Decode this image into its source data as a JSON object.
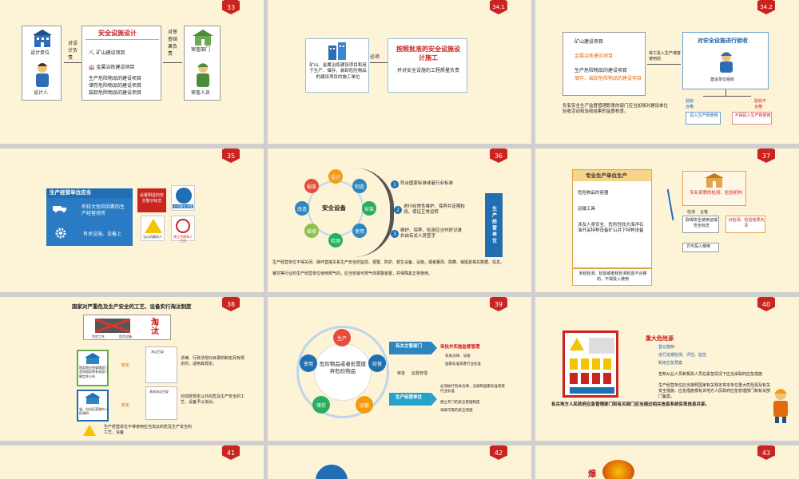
{
  "slides": {
    "s33": {
      "badge": "33",
      "design_unit": "设计单位",
      "designer": "设计人",
      "left_arrow": "对设计负责",
      "title": "安全设施设计",
      "items": [
        "矿山建设项目",
        "金属冶炼建设项目",
        "生产危险物品的建设项目",
        "储存危险物品的建设项目",
        "装卸危险物品的建设项目"
      ],
      "right_arrow": "对审查结果负责",
      "review_dept": "审查部门",
      "reviewer": "审查人员"
    },
    "s341": {
      "badge": "34.1",
      "left_box": "矿山、金属冶炼建设项目和用于生产、储存、装卸危险物品的建设项目的施工单位",
      "must": "必须",
      "right_title": "按照批准的安全设施设计施工",
      "right_sub": "并对安全设施的工程质量负责"
    },
    "s342": {
      "badge": "34.2",
      "items": [
        "矿山建设项目",
        "金属冶炼建设项目",
        "生产危险物品的建设项目",
        "储存、装卸危险物品的建设项目"
      ],
      "arrow_text": "竣工投入生产或者使用前",
      "right_title": "对安全设施进行验收",
      "org": "建设单位组织",
      "ok": "验收合格",
      "fail": "验收不合格",
      "ok_result": "投入生产和使用",
      "fail_result": "不得投入生产和使用",
      "note": "负有安全生产监督管理职责的部门应当加强对建设单位验收活动和验收结果的监督核查。"
    },
    "s35": {
      "badge": "35",
      "header": "生产经营单位应当",
      "row1": "有较大危险因素的生产经营场所",
      "row2": "有关设施、设备上",
      "red_box": "设置明显的安全警示标志",
      "sign1": "必须戴安全帽",
      "sign2": "当心机械伤人",
      "sign3": "禁止合闸有人工作"
    },
    "s36": {
      "badge": "36",
      "center": "安全设备",
      "ring": [
        "设计",
        "制造",
        "安装",
        "使用",
        "检测",
        "维修",
        "改造",
        "报废"
      ],
      "steps": [
        {
          "num": "1",
          "text": "符合国家标准或者行业标准"
        },
        {
          "num": "2",
          "text": "进行经常性维护、保养并定期检测，保证正常运转"
        },
        {
          "num": "3",
          "text": "维护、保养、检测应当作好记录并由有关人员签字"
        }
      ],
      "side": "生产经营单位",
      "bullet1": "生产经营单位不得关闭、破坏直接关系生产安全的监控、报警、防护、救生设备、设施，或者篡改、隐瞒、销毁其相关数据、信息。",
      "bullet2": "餐饮等行业的生产经营单位使用燃气的，应当安装可燃气体报警装置，并保障其正常使用。"
    },
    "s37": {
      "badge": "37",
      "header": "专业生产单位生产",
      "items": [
        "危险物品的容器",
        "运输工具",
        "涉及人身安全、危险性较大海洋石油开采特种设备矿山井下特种设备"
      ],
      "right_title": "专业资质的检测、检验机构",
      "test": "检测",
      "pass": "合格",
      "cert": "取得安全使用证或安全标志",
      "use": "方可投入使用",
      "responsible": "对检测、检验结果负责",
      "bottom": "未经检测、检验或者经检测检验不合格的，不得投入使用"
    },
    "s38": {
      "badge": "38",
      "title": "国家对严重危及生产安全的工艺、设备实行淘汰制度",
      "eliminate": "淘汰",
      "crafts": "危险工艺",
      "equip": "危险设备",
      "box1": "国务院应急管理部门会同国务院有关部门制定并公布",
      "box2": "省、自治区直辖市人民政府",
      "catalog1": "淘汰目录",
      "catalog2": "具体淘汰目录",
      "publish": "制定",
      "desc1": "法律、行政法规对目录的制定另有规定的，适用其规定。",
      "desc2": "对前款规定以外的危及生产安全的工艺、设备予以淘汰。",
      "footer": "生产经营单位不得使用应当淘汰的危及生产安全的工艺、设备"
    },
    "s39": {
      "badge": "39",
      "center": "危险物品或者处置废弃危险物品",
      "ring": [
        "生产",
        "经营",
        "运输",
        "储存",
        "使用"
      ],
      "dept": "有关主管部门",
      "approve": "审批并实施监督管理",
      "approve_items": [
        "有关法律、法规",
        "国家标准或者行业标准"
      ],
      "review": "审批",
      "supervise": "监督管理",
      "unit": "生产经营单位",
      "unit_items": [
        "必须执行有关法律、法规和国家标准或者行业标准",
        "建立专门的安全管理制度",
        "采取可靠的安全措施"
      ]
    },
    "s40": {
      "badge": "40",
      "sign_title": "重大危险源",
      "items": [
        "登记建档",
        "进行定期检测、评估、监控",
        "制定应急预案",
        "告知从业人员和相关人员在紧急情况下应当采取的应急措施"
      ],
      "note": "生产经营单位应当按照国家有关规定将本单位重大危险源及有关安全措施、应急措施报有关地方人民政府应急管理部门和有关部门备案。",
      "footer": "有关地方人民政府应急管理部门和有关部门应当通过相关信息系统实现信息共享。"
    },
    "s41": {
      "badge": "41"
    },
    "s42": {
      "badge": "42"
    },
    "s43": {
      "badge": "43",
      "burst": "爆"
    }
  }
}
